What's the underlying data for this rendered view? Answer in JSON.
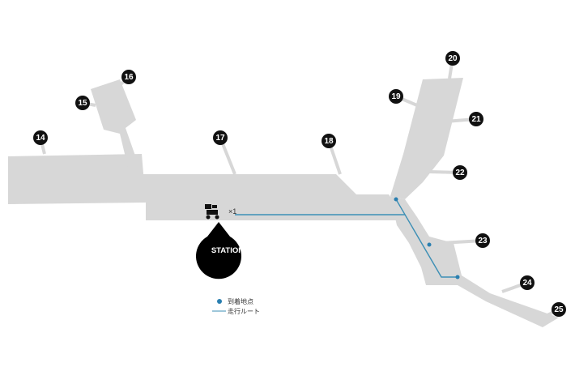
{
  "markers": [
    "14",
    "15",
    "16",
    "17",
    "18",
    "19",
    "20",
    "21",
    "22",
    "23",
    "24",
    "25"
  ],
  "station": {
    "label": "STATION",
    "robot_count": "×1"
  },
  "legend": {
    "arrival_point": "到着地点",
    "travel_route": "走行ルート"
  },
  "colors": {
    "area": "#d7d7d7",
    "route": "#3d8fb5",
    "dot": "#2a7fb0",
    "marker": "#111111"
  }
}
